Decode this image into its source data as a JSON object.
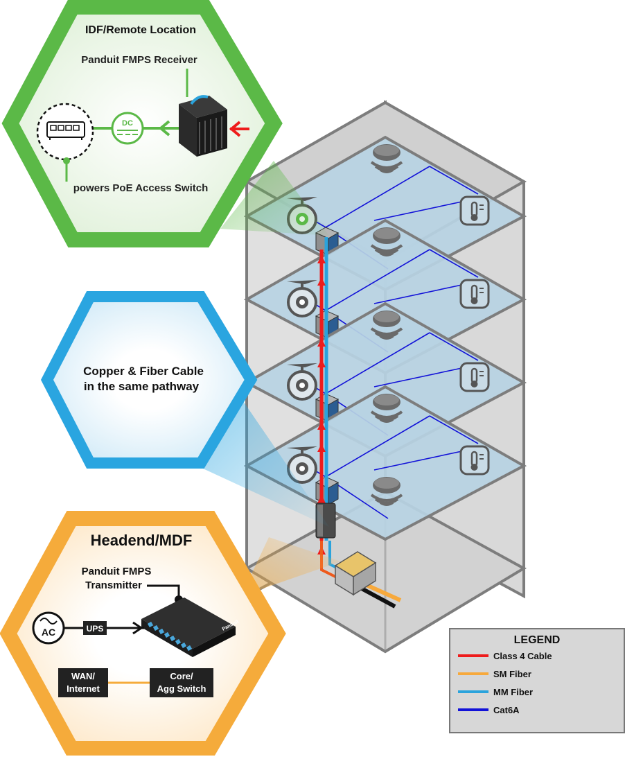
{
  "idf": {
    "title": "IDF/Remote Location",
    "receiver_label": "Panduit FMPS Receiver",
    "dc_label": "DC",
    "switch_caption": "powers PoE Access Switch"
  },
  "pathway": {
    "line1": "Copper & Fiber Cable",
    "line2": "in the same pathway"
  },
  "headend": {
    "title": "Headend/MDF",
    "transmitter_line1": "Panduit FMPS",
    "transmitter_line2": "Transmitter",
    "ac_label": "AC",
    "ups_label": "UPS",
    "wan_line1": "WAN/",
    "wan_line2": "Internet",
    "core_line1": "Core/",
    "core_line2": "Agg Switch",
    "brand_mark": "Panduit"
  },
  "legend": {
    "title": "LEGEND",
    "items": [
      {
        "label": "Class 4 Cable",
        "color": "#ee1c1c"
      },
      {
        "label": "SM Fiber",
        "color": "#f7a93c"
      },
      {
        "label": "MM Fiber",
        "color": "#2aa3dc"
      },
      {
        "label": "Cat6A",
        "color": "#1212d8"
      }
    ]
  },
  "colors": {
    "green": "#5bb947",
    "blue": "#2aa5e0",
    "orange": "#f5ab3b",
    "floor": "#b7d2e3",
    "building": "#d5d5d5"
  },
  "icons": [
    "switch-icon",
    "dc-icon",
    "receiver-icon",
    "camera-icon",
    "wireless-ap-icon",
    "thermostat-icon",
    "ac-source-icon",
    "transmitter-icon"
  ]
}
